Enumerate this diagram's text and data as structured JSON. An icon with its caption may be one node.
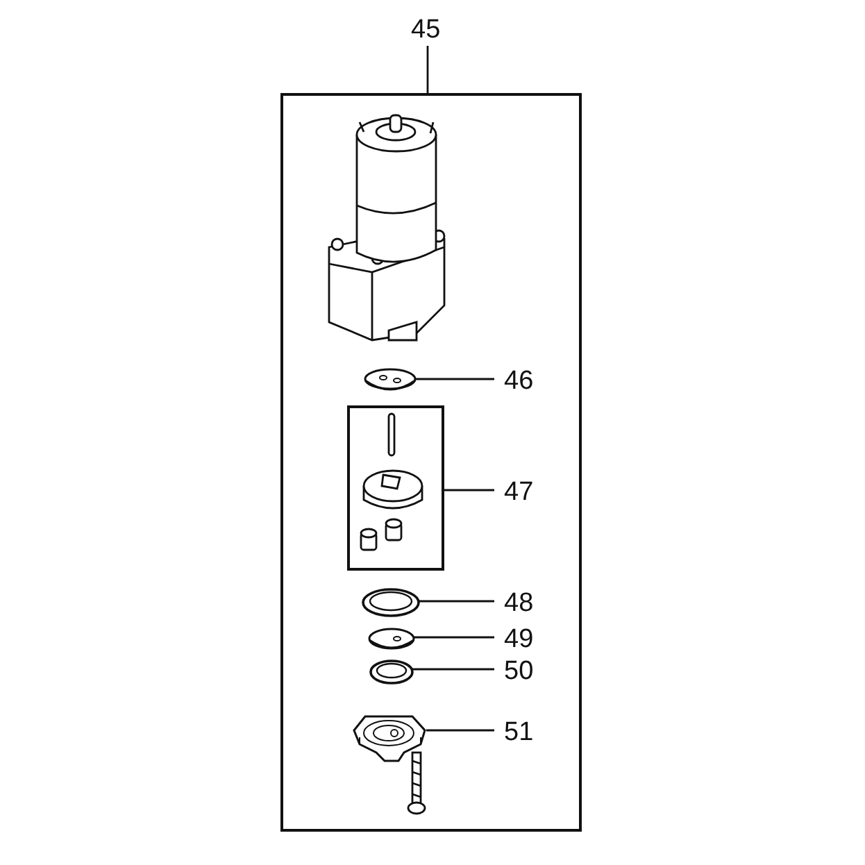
{
  "diagram": {
    "nodes": [
      {
        "text": [
          "45"
        ]
      },
      {
        "text": [],
        "shape": "box"
      },
      {
        "text": [],
        "shape": "picture",
        "in": 1
      },
      {
        "text": [
          "46"
        ],
        "in": 1
      },
      {
        "text": [],
        "shape": "box",
        "in": 1
      },
      {
        "text": [
          "47"
        ],
        "in": 1
      },
      {
        "text": [],
        "shape": "picture",
        "in": 1
      },
      {
        "text": [
          "48"
        ],
        "in": 1
      },
      {
        "text": [],
        "shape": "picture",
        "in": 1
      },
      {
        "text": [
          "49"
        ],
        "in": 1
      },
      {
        "text": [],
        "shape": "picture",
        "in": 1
      },
      {
        "text": [
          "50"
        ],
        "in": 1
      },
      {
        "text": [],
        "shape": "picture",
        "in": 1
      },
      {
        "text": [
          "51"
        ],
        "in": 1
      }
    ],
    "edges": [
      {
        "from": 0,
        "to": 1,
        "arrow": "none"
      },
      {
        "from": 3,
        "to": 2,
        "arrow": "none"
      },
      {
        "from": 5,
        "to": 4,
        "arrow": "none"
      },
      {
        "from": 7,
        "to": 6,
        "arrow": "none"
      },
      {
        "from": 9,
        "to": 8,
        "arrow": "none"
      },
      {
        "from": 11,
        "to": 10,
        "arrow": "none"
      },
      {
        "from": 13,
        "to": 12,
        "arrow": "none"
      }
    ]
  }
}
